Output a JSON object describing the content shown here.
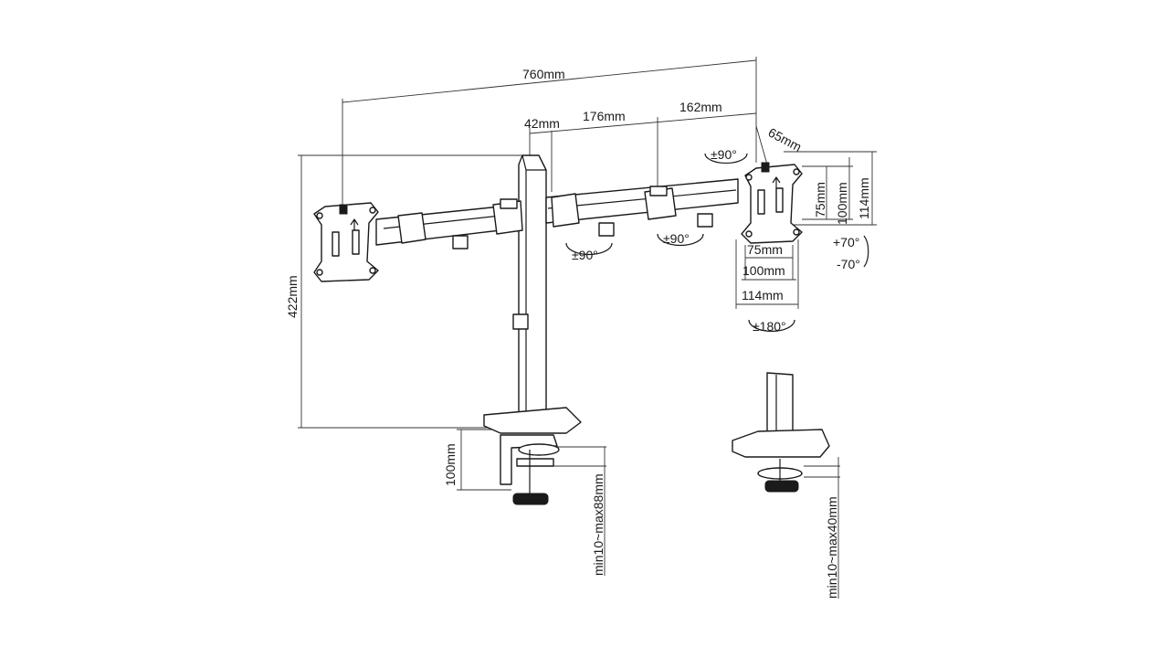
{
  "dimensions": {
    "total_width": "760mm",
    "pole_offset": "42mm",
    "arm_segment_1": "176mm",
    "arm_segment_2": "162mm",
    "vesa_offset": "65mm",
    "height": "422mm",
    "vesa_h_75": "75mm",
    "vesa_h_100": "100mm",
    "vesa_h_114": "114mm",
    "vesa_w_75": "75mm",
    "vesa_w_100": "100mm",
    "vesa_w_114": "114mm",
    "clamp_height": "100mm",
    "clamp_range": "min10~max88mm",
    "grommet_range": "min10~max40mm"
  },
  "rotations": {
    "head_swivel": "±90°",
    "arm_swivel_1": "±90°",
    "arm_swivel_2": "±90°",
    "tilt_up": "+70°",
    "tilt_down": "-70°",
    "rotation": "±180°"
  }
}
